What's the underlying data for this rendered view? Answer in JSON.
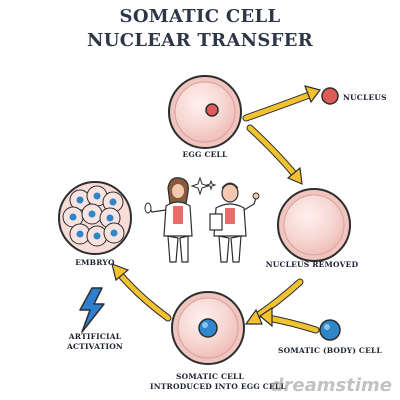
{
  "title_line1": "SOMATIC CELL",
  "title_line2": "NUCLEAR TRANSFER",
  "labels": {
    "nucleus": "NUCLEUS",
    "egg_cell": "EGG CELL",
    "nucleus_removed": "NUCLEUS REMOVED",
    "embryo": "EMBRYO",
    "artificial_activation_1": "ARTIFICIAL",
    "artificial_activation_2": "ACTIVATION",
    "somatic_cell": "SOMATIC (BODY) CELL",
    "introduced_1": "SOMATIC CELL",
    "introduced_2": "INTRODUCED INTO EGG CELL"
  },
  "watermark": "dreamstime",
  "colors": {
    "cell_fill": "#f6d6d2",
    "cell_stroke": "#2d2d2d",
    "nucleus_red": "#e05a5a",
    "nucleus_blue": "#2f86c8",
    "arrow": "#f2c230",
    "lightning": "#2f7fd0"
  }
}
